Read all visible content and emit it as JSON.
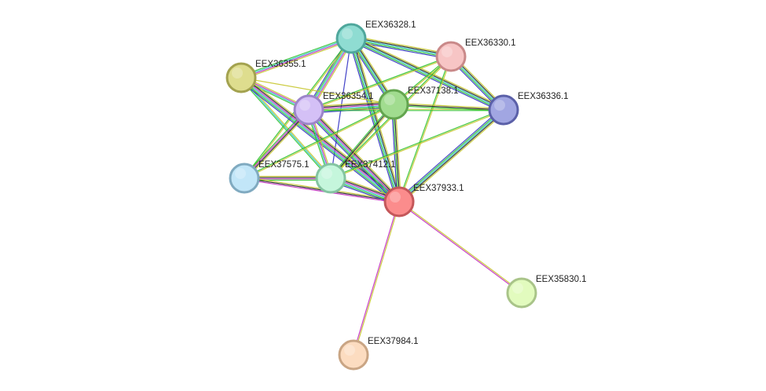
{
  "evidence_colors": {
    "textmining": "#c7c72d",
    "coexpression": "#222222",
    "experiments": "#c22dc2",
    "databases": "#2dc2c2",
    "neighborhood": "#2dc22d",
    "fusion": "#c22d2d",
    "cooccurrence": "#2d2dc2",
    "homology": "#8fc28f"
  },
  "nodes": [
    {
      "id": "EEX36328.1",
      "label": "EEX36328.1",
      "fill": "#8fdcd2",
      "stroke": "#4fa79c"
    },
    {
      "id": "EEX36330.1",
      "label": "EEX36330.1",
      "fill": "#f7c5c5",
      "stroke": "#c98989"
    },
    {
      "id": "EEX36355.1",
      "label": "EEX36355.1",
      "fill": "#dedd8e",
      "stroke": "#a3a24f"
    },
    {
      "id": "EEX36354.1",
      "label": "EEX36354.1",
      "fill": "#d4c0f6",
      "stroke": "#9c85c9"
    },
    {
      "id": "EEX37138.1",
      "label": "EEX37138.1",
      "fill": "#a1dc8f",
      "stroke": "#63a54f"
    },
    {
      "id": "EEX36336.1",
      "label": "EEX36336.1",
      "fill": "#a1a6e2",
      "stroke": "#5b60a8"
    },
    {
      "id": "EEX37575.1",
      "label": "EEX37575.1",
      "fill": "#c2e6f8",
      "stroke": "#80aac0"
    },
    {
      "id": "EEX37412.1",
      "label": "EEX37412.1",
      "fill": "#c5f6dc",
      "stroke": "#84c4a1"
    },
    {
      "id": "EEX37933.1",
      "label": "EEX37933.1",
      "fill": "#fb8c8c",
      "stroke": "#c4575a"
    },
    {
      "id": "EEX35830.1",
      "label": "EEX35830.1",
      "fill": "#e2fbbe",
      "stroke": "#a9c489"
    },
    {
      "id": "EEX37984.1",
      "label": "EEX37984.1",
      "fill": "#fcdcc0",
      "stroke": "#c9a584"
    }
  ],
  "edges": [
    {
      "source": "EEX36328.1",
      "target": "EEX36330.1",
      "evidence": [
        "textmining",
        "coexpression",
        "databases",
        "neighborhood",
        "cooccurrence"
      ]
    },
    {
      "source": "EEX36328.1",
      "target": "EEX36355.1",
      "evidence": [
        "textmining",
        "experiments",
        "databases",
        "neighborhood"
      ]
    },
    {
      "source": "EEX36328.1",
      "target": "EEX36354.1",
      "evidence": [
        "textmining",
        "experiments",
        "databases",
        "neighborhood",
        "cooccurrence"
      ]
    },
    {
      "source": "EEX36328.1",
      "target": "EEX37138.1",
      "evidence": [
        "textmining",
        "coexpression",
        "databases",
        "neighborhood",
        "cooccurrence"
      ]
    },
    {
      "source": "EEX36328.1",
      "target": "EEX36336.1",
      "evidence": [
        "textmining",
        "coexpression",
        "databases",
        "neighborhood",
        "cooccurrence"
      ]
    },
    {
      "source": "EEX36328.1",
      "target": "EEX37575.1",
      "evidence": [
        "textmining",
        "neighborhood"
      ]
    },
    {
      "source": "EEX36328.1",
      "target": "EEX37412.1",
      "evidence": [
        "cooccurrence"
      ]
    },
    {
      "source": "EEX36328.1",
      "target": "EEX37933.1",
      "evidence": [
        "textmining",
        "coexpression",
        "databases",
        "neighborhood",
        "cooccurrence"
      ]
    },
    {
      "source": "EEX36330.1",
      "target": "EEX36354.1",
      "evidence": [
        "textmining",
        "neighborhood"
      ]
    },
    {
      "source": "EEX36330.1",
      "target": "EEX37138.1",
      "evidence": [
        "textmining",
        "neighborhood"
      ]
    },
    {
      "source": "EEX36330.1",
      "target": "EEX36336.1",
      "evidence": [
        "textmining",
        "coexpression",
        "databases",
        "neighborhood",
        "cooccurrence"
      ]
    },
    {
      "source": "EEX36330.1",
      "target": "EEX37412.1",
      "evidence": [
        "textmining",
        "neighborhood"
      ]
    },
    {
      "source": "EEX36330.1",
      "target": "EEX37933.1",
      "evidence": [
        "textmining",
        "neighborhood"
      ]
    },
    {
      "source": "EEX36355.1",
      "target": "EEX36354.1",
      "evidence": [
        "textmining",
        "experiments",
        "databases",
        "neighborhood"
      ]
    },
    {
      "source": "EEX36355.1",
      "target": "EEX37138.1",
      "evidence": [
        "textmining"
      ]
    },
    {
      "source": "EEX36355.1",
      "target": "EEX37412.1",
      "evidence": [
        "textmining",
        "databases",
        "neighborhood"
      ]
    },
    {
      "source": "EEX36355.1",
      "target": "EEX37933.1",
      "evidence": [
        "textmining",
        "coexpression",
        "experiments",
        "databases",
        "neighborhood",
        "cooccurrence"
      ]
    },
    {
      "source": "EEX36354.1",
      "target": "EEX37138.1",
      "evidence": [
        "textmining",
        "coexpression",
        "experiments",
        "databases",
        "neighborhood",
        "cooccurrence"
      ]
    },
    {
      "source": "EEX36354.1",
      "target": "EEX36336.1",
      "evidence": [
        "textmining",
        "neighborhood"
      ]
    },
    {
      "source": "EEX36354.1",
      "target": "EEX37575.1",
      "evidence": [
        "textmining",
        "coexpression",
        "experiments",
        "neighborhood"
      ]
    },
    {
      "source": "EEX36354.1",
      "target": "EEX37412.1",
      "evidence": [
        "textmining",
        "experiments",
        "databases",
        "neighborhood"
      ]
    },
    {
      "source": "EEX36354.1",
      "target": "EEX37933.1",
      "evidence": [
        "textmining",
        "coexpression",
        "experiments",
        "databases",
        "neighborhood",
        "cooccurrence"
      ]
    },
    {
      "source": "EEX37138.1",
      "target": "EEX36336.1",
      "evidence": [
        "textmining",
        "coexpression",
        "neighborhood"
      ]
    },
    {
      "source": "EEX37138.1",
      "target": "EEX37575.1",
      "evidence": [
        "textmining",
        "neighborhood"
      ]
    },
    {
      "source": "EEX37138.1",
      "target": "EEX37412.1",
      "evidence": [
        "textmining",
        "coexpression",
        "neighborhood"
      ]
    },
    {
      "source": "EEX37138.1",
      "target": "EEX37933.1",
      "evidence": [
        "textmining",
        "coexpression",
        "neighborhood",
        "cooccurrence"
      ]
    },
    {
      "source": "EEX36336.1",
      "target": "EEX37412.1",
      "evidence": [
        "textmining",
        "neighborhood"
      ]
    },
    {
      "source": "EEX36336.1",
      "target": "EEX37933.1",
      "evidence": [
        "textmining",
        "coexpression",
        "databases",
        "neighborhood",
        "cooccurrence"
      ]
    },
    {
      "source": "EEX37575.1",
      "target": "EEX37412.1",
      "evidence": [
        "textmining",
        "coexpression",
        "experiments",
        "neighborhood"
      ]
    },
    {
      "source": "EEX37575.1",
      "target": "EEX37933.1",
      "evidence": [
        "textmining",
        "coexpression",
        "experiments"
      ]
    },
    {
      "source": "EEX37412.1",
      "target": "EEX37933.1",
      "evidence": [
        "textmining",
        "coexpression",
        "experiments",
        "databases",
        "neighborhood",
        "cooccurrence"
      ]
    },
    {
      "source": "EEX37933.1",
      "target": "EEX35830.1",
      "evidence": [
        "textmining",
        "experiments"
      ]
    },
    {
      "source": "EEX37933.1",
      "target": "EEX37984.1",
      "evidence": [
        "textmining",
        "experiments"
      ]
    }
  ]
}
